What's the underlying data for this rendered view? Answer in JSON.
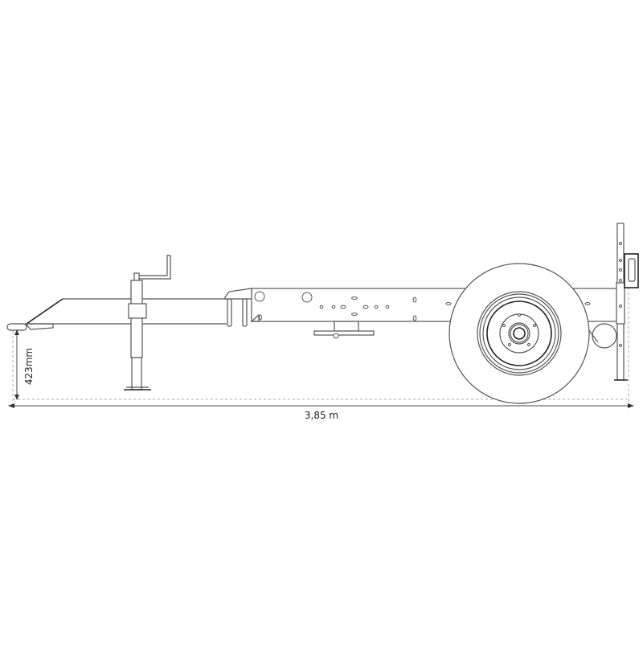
{
  "drawing": {
    "subject": "Single-axle trailer side view",
    "dimensions": {
      "height_label": "423mm",
      "length_label": "3,85 m"
    },
    "components": [
      {
        "name": "hitch-coupler"
      },
      {
        "name": "drawbar"
      },
      {
        "name": "jockey-wheel-stand"
      },
      {
        "name": "chassis-frame"
      },
      {
        "name": "wheel"
      },
      {
        "name": "rear-stand"
      },
      {
        "name": "light-bracket"
      }
    ]
  }
}
